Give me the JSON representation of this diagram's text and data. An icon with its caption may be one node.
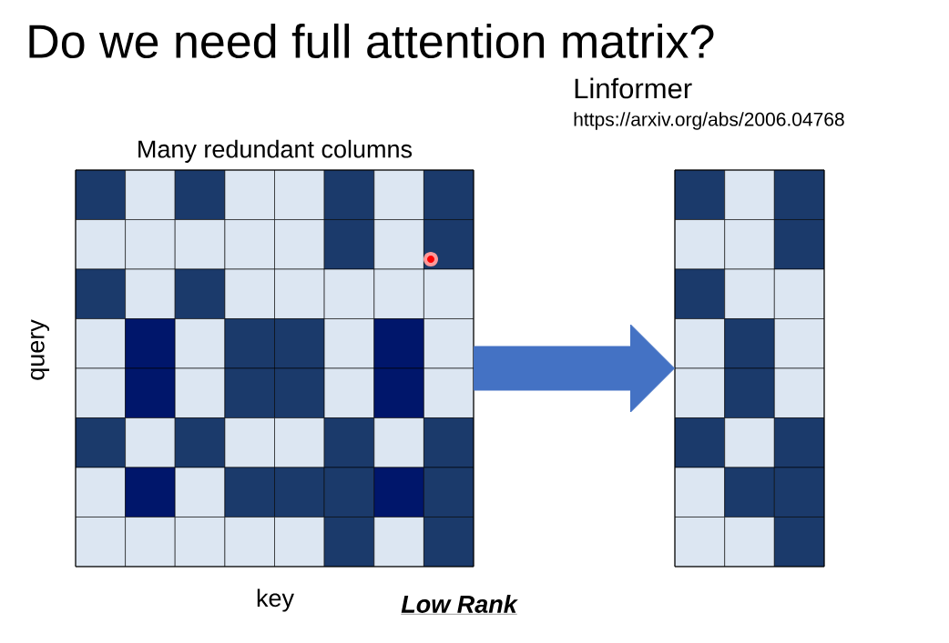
{
  "diagram": {
    "title": "Do we need full attention matrix?",
    "nodes": [
      {
        "text": [
          "Many redundant columns"
        ]
      },
      {
        "text": [],
        "shape": "box"
      }
    ],
    "edges": [
      {
        "from": 0,
        "to": 1,
        "arrow": "to",
        "style": "thick",
        "color": "#4472c4"
      }
    ],
    "labels": [
      "Linformer",
      "https://arxiv.org/abs/2006.04768",
      "query",
      "key",
      "Low Rank"
    ]
  }
}
